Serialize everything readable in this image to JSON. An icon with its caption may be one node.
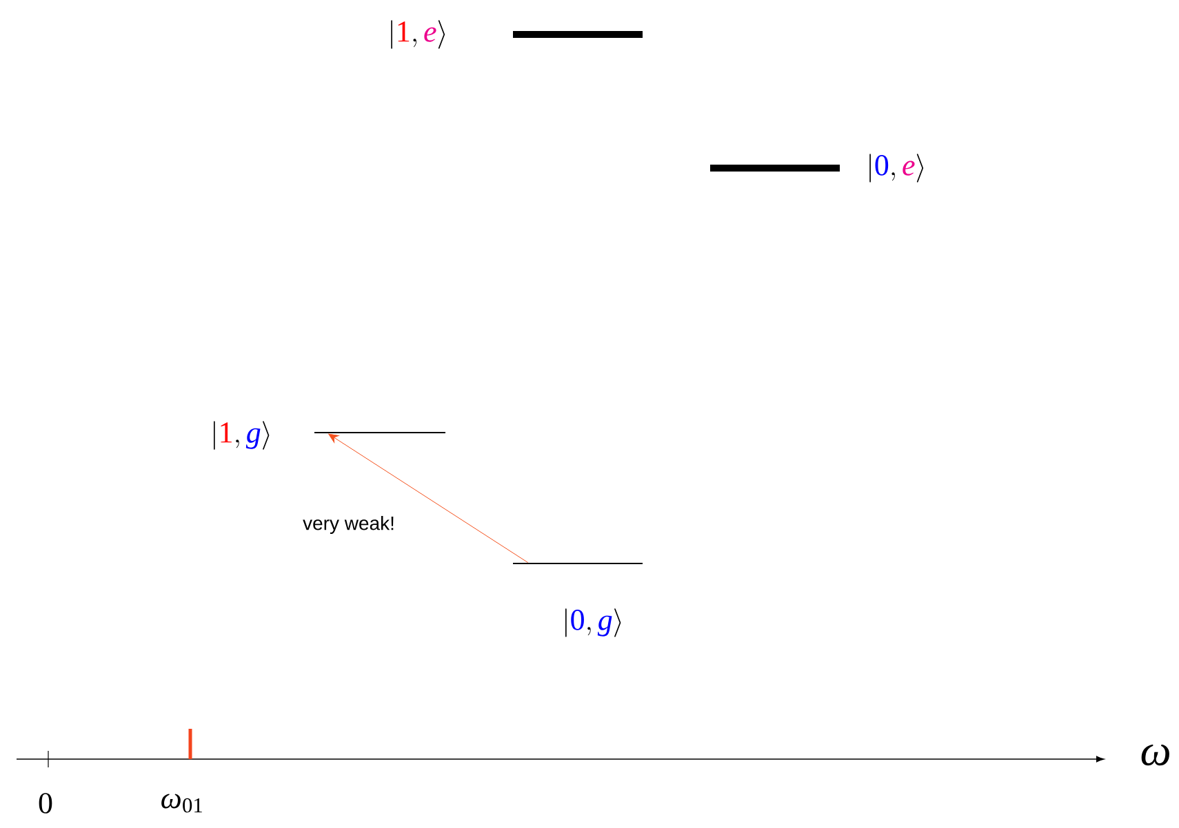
{
  "diagram": {
    "nodes": [
      {
        "text": [],
        "shape": "bar"
      },
      {
        "text": [],
        "shape": "bar"
      },
      {
        "text": [],
        "shape": "bar"
      },
      {
        "text": [],
        "shape": "bar"
      }
    ],
    "edges": [
      {
        "from": 3,
        "to": 2,
        "arrow": "to",
        "label": "very weak!",
        "color": "#f4511e"
      }
    ],
    "labels": [
      "\\left|\\textcolor{red}{1},\\textcolor{magenta}{e}\\right\\rangle",
      "\\left|\\textcolor{blue}{0},\\textcolor{magenta}{e}\\right\\rangle",
      "\\left|\\textcolor{red}{1},\\textcolor{blue}{g}\\right\\rangle",
      "\\left|\\textcolor{blue}{0},\\textcolor{blue}{g}\\right\\rangle",
      "0",
      "\\omega_{01}",
      "\\omega"
    ]
  }
}
